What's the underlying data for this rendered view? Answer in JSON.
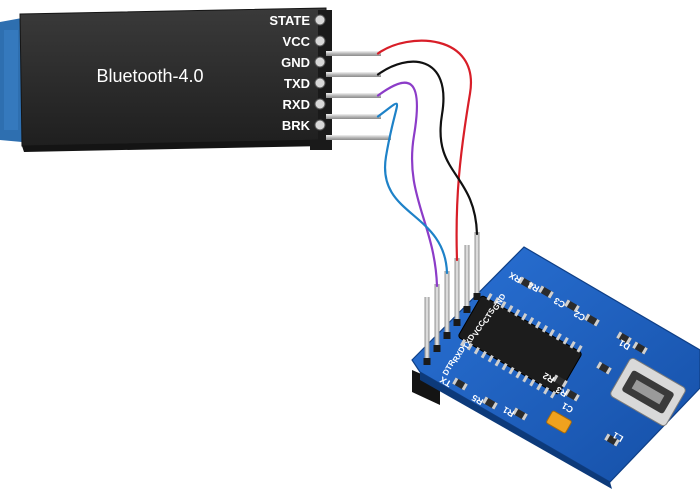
{
  "bt_module": {
    "title": "Bluetooth-4.0",
    "pins": [
      "STATE",
      "VCC",
      "GND",
      "TXD",
      "RXD",
      "BRK"
    ]
  },
  "ftdi_board": {
    "header_pins": [
      "DTR",
      "RXD",
      "TXD",
      "VCC",
      "CTS",
      "GND"
    ],
    "silkscreen": [
      "RX",
      "R4",
      "C3",
      "C2",
      "TX",
      "R5",
      "R1",
      "R2",
      "R3",
      "C1",
      "D1",
      "L1"
    ]
  },
  "wires": [
    {
      "from": "VCC",
      "to": "VCC",
      "color": "#d81e28"
    },
    {
      "from": "GND",
      "to": "GND",
      "color": "#111111"
    },
    {
      "from": "TXD",
      "to": "RXD",
      "color": "#8c3cc8"
    },
    {
      "from": "RXD",
      "to": "TXD",
      "color": "#1e82c8"
    }
  ],
  "colors": {
    "bt_board": "#2b2b2b",
    "bt_side": "#2e6fb0",
    "ftdi_board": "#1c5fc0",
    "chip": "#1c1c1c"
  }
}
